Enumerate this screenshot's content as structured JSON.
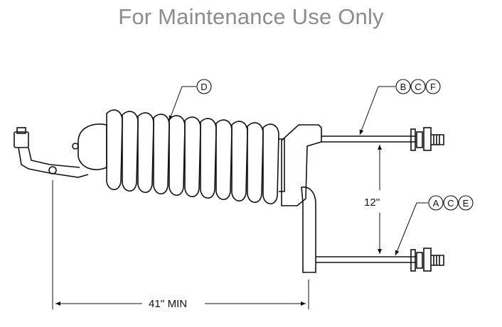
{
  "heading": "For Maintenance Use Only",
  "callouts": {
    "top_left": [
      "D"
    ],
    "top_right": [
      "B",
      "C",
      "F"
    ],
    "bottom_right": [
      "A",
      "C",
      "E"
    ]
  },
  "dimensions": {
    "vertical": "12''",
    "horizontal": "41''  MIN"
  }
}
